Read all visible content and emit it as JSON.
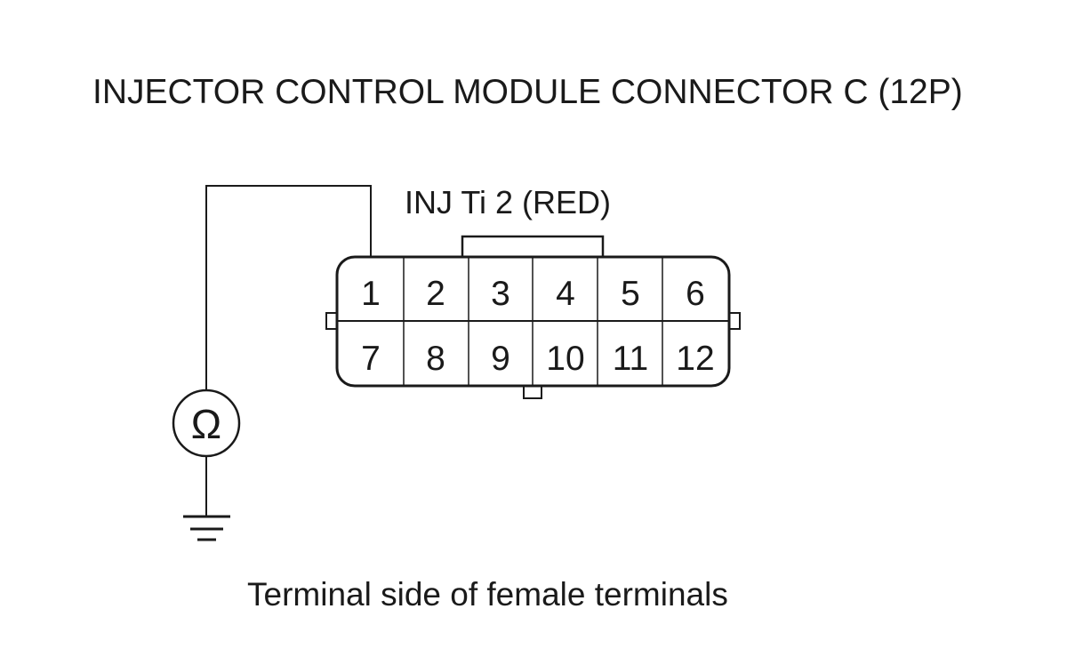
{
  "title": "INJECTOR CONTROL MODULE CONNECTOR C (12P)",
  "wire_label": "INJ Ti 2 (RED)",
  "caption": "Terminal side of female terminals",
  "meter_symbol": "Ω",
  "connector": {
    "top_row": [
      "1",
      "2",
      "3",
      "4",
      "5",
      "6"
    ],
    "bottom_row": [
      "7",
      "8",
      "9",
      "10",
      "11",
      "12"
    ]
  },
  "icons": {
    "meter": "ohmmeter-icon",
    "ground": "ground-icon"
  },
  "colors": {
    "line": "#1a1a1a",
    "background": "#ffffff"
  }
}
